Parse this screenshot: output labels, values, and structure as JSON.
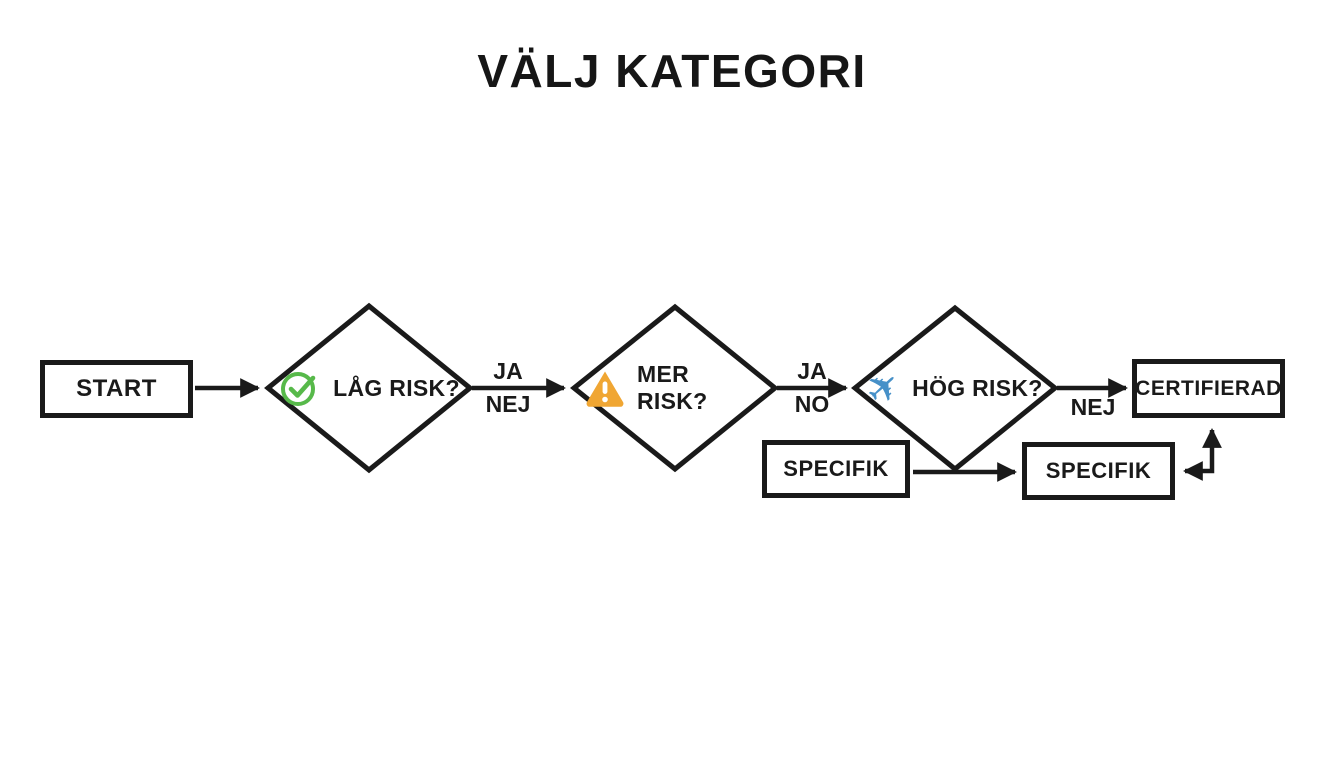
{
  "title": "VÄLJ KATEGORI",
  "nodes": {
    "start": {
      "label": "START"
    },
    "low_risk": {
      "label": "LÅG RISK?",
      "icon": "check-circle-icon"
    },
    "more_risk": {
      "label": "MER RISK?",
      "icon": "warning-triangle-icon"
    },
    "high_risk": {
      "label": "HÖG RISK?",
      "icon": "airplane-icon"
    },
    "certified": {
      "label": "CERTIFIERAD"
    },
    "specific_left": {
      "label": "SPECIFIK"
    },
    "specific_right": {
      "label": "SPECIFIK"
    }
  },
  "edge_labels": {
    "low_to_more": {
      "top": "JA",
      "bottom": "NEJ"
    },
    "more_to_high": {
      "top": "JA",
      "bottom": "NO"
    },
    "high_to_certified": "NEJ"
  },
  "icons": {
    "airplane_glyph": "✈"
  },
  "colors": {
    "line_black": "#1a1a1a",
    "check_green": "#57b94a",
    "warning_amber": "#f0a633",
    "plane_blue": "#4690c8",
    "background": "#ffffff"
  }
}
